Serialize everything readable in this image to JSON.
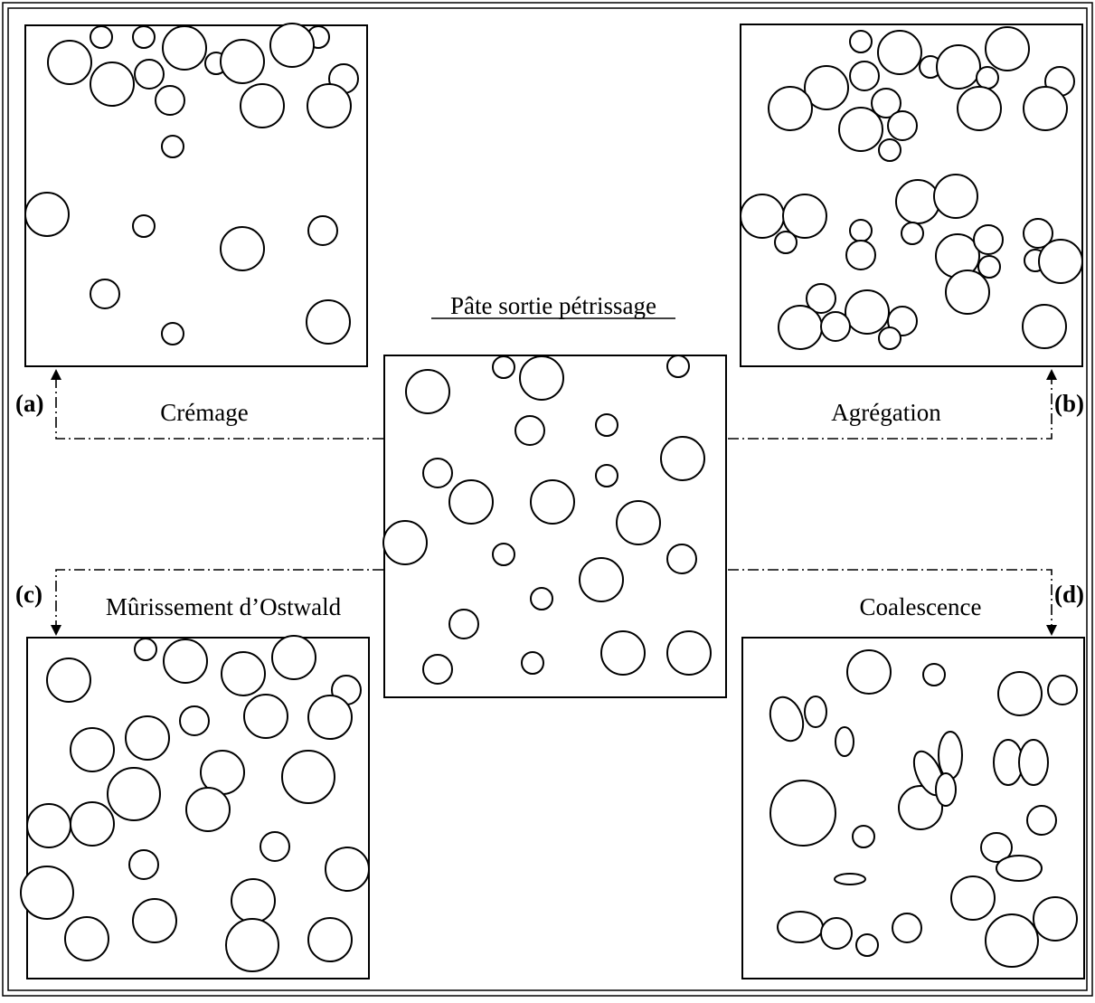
{
  "title": "Pâte sortie pétrissage",
  "processes": [
    {
      "id": "a",
      "tag": "(a)",
      "label": "Crémage"
    },
    {
      "id": "b",
      "tag": "(b)",
      "label": "Agrégation"
    },
    {
      "id": "c",
      "tag": "(c)",
      "label": "Mûrissement d’Ostwald"
    },
    {
      "id": "d",
      "tag": "(d)",
      "label": "Coalescence"
    }
  ],
  "colors": {
    "ink": "#000000",
    "background": "#ffffff"
  }
}
